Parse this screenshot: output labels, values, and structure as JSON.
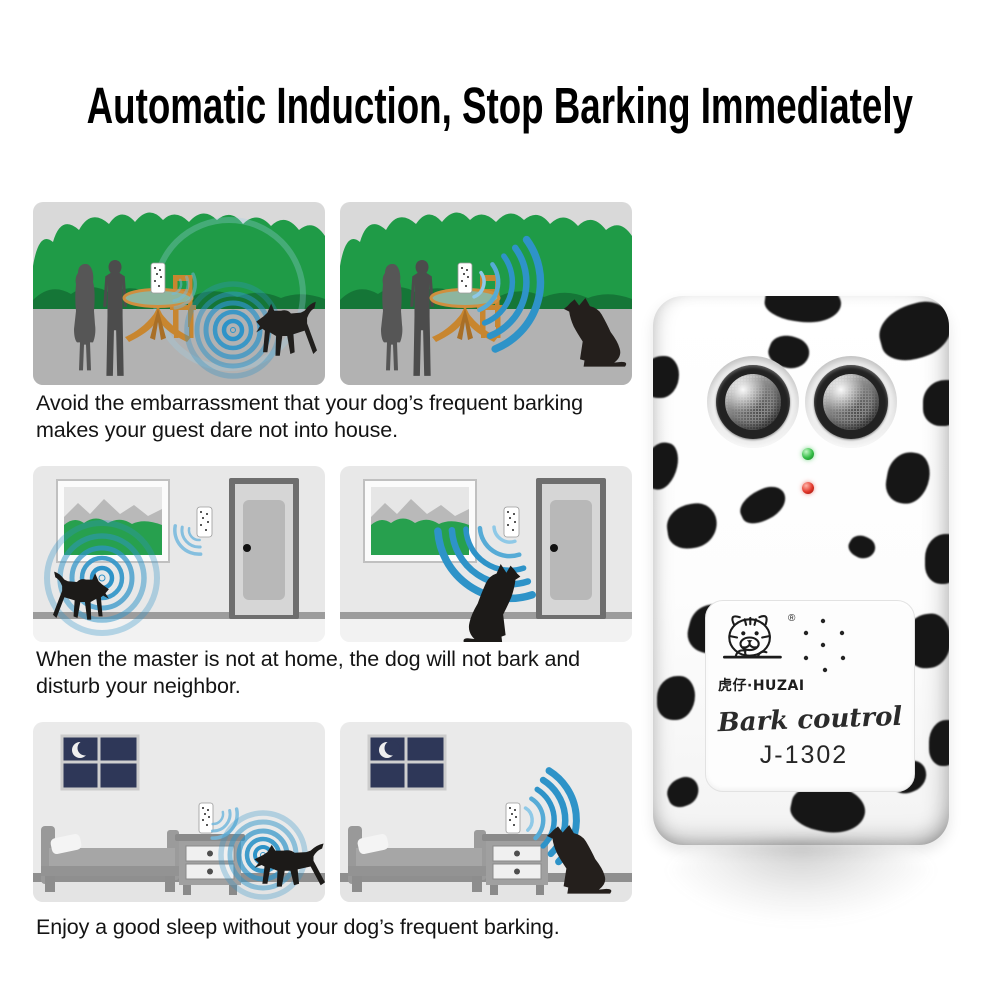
{
  "title": "Automatic Induction, Stop Barking Immediately",
  "scenes": [
    {
      "name": "garden",
      "caption": "Avoid the embarrassment that your dog’s frequent barking makes your guest dare not into house."
    },
    {
      "name": "living-room",
      "caption": "When the master is not at home, the dog will not bark and disturb your neighbor."
    },
    {
      "name": "bedroom",
      "caption": "Enjoy a good sleep without your dog’s frequent barking."
    }
  ],
  "product": {
    "brand": "虎仔·HUZAI",
    "registered_mark": "®",
    "script_title": "Bark coutrol",
    "model": "J-1302",
    "leds": {
      "green": "#2fae3c",
      "red": "#d6251d"
    },
    "icons": [
      "tiger-logo",
      "ultrasonic-speaker-left",
      "ultrasonic-speaker-right",
      "speaker-holes"
    ]
  },
  "colors": {
    "wave_blue": "#2e93c8",
    "tree_green": "#1f9b47",
    "sky_gray": "#d9d9d9",
    "ground_gray": "#b2b2b2",
    "night_window": "#2e3758",
    "spot_black": "#161616"
  }
}
